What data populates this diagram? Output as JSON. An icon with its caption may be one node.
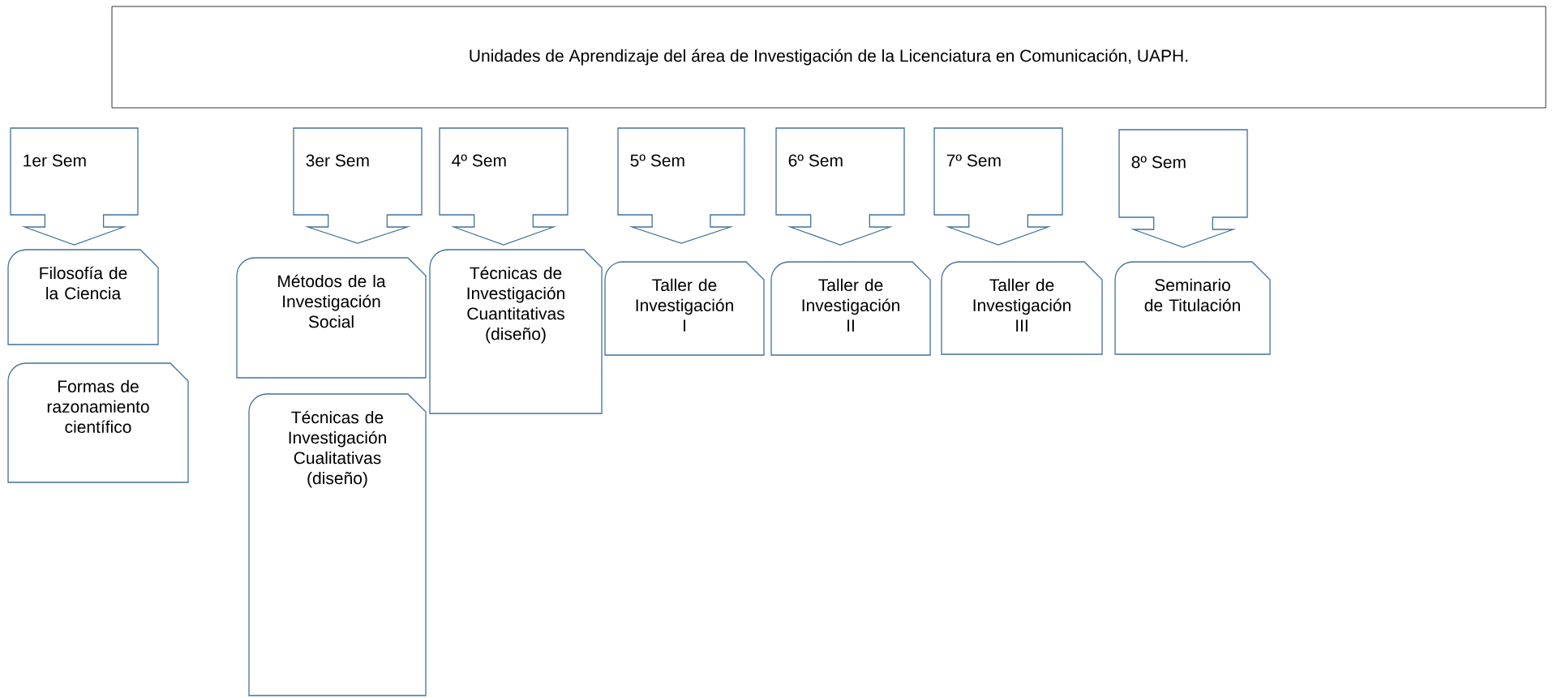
{
  "diagram": {
    "nodes": [
      {
        "text": [
          "Unidades de Aprendizaje del área de Investigación de la Licenciatura en Comunicación, UAPH."
        ]
      },
      {
        "text": [
          "1er Sem"
        ]
      },
      {
        "text": [
          "3er Sem"
        ]
      },
      {
        "text": [
          "4º Sem"
        ]
      },
      {
        "text": [
          "5º  Sem"
        ]
      },
      {
        "text": [
          "6º  Sem"
        ]
      },
      {
        "text": [
          "7º  Sem"
        ]
      },
      {
        "text": [
          "8º Sem"
        ]
      },
      {
        "text": [
          "Filosofía de la Ciencia"
        ]
      },
      {
        "text": [
          "Formas de razonamiento científico"
        ]
      },
      {
        "text": [
          "Métodos de la Investigación Social"
        ]
      },
      {
        "text": [
          "Técnicas de Investigación Cualitativas (diseño)"
        ]
      },
      {
        "text": [
          "Técnicas de Investigación Cuantitativas (diseño)"
        ]
      },
      {
        "text": [
          "Taller de Investigación I"
        ]
      },
      {
        "text": [
          "Taller de Investigación II"
        ]
      },
      {
        "text": [
          "Taller de Investigación III"
        ]
      },
      {
        "text": [
          "Seminario de Titulación"
        ]
      }
    ]
  }
}
